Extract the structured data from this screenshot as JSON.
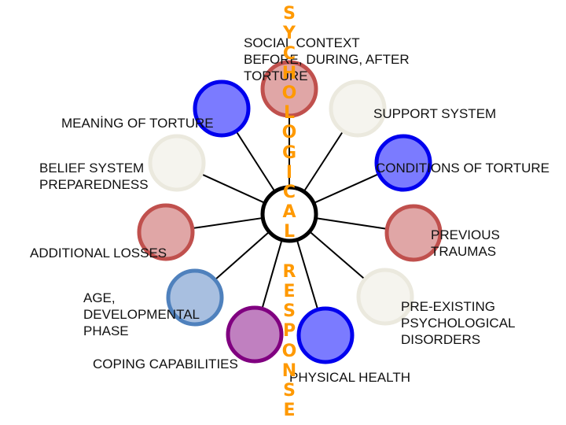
{
  "title_vertical": "PSYCHOLOGICAL RESPONSE",
  "colors": {
    "accent_text": "#ff9900",
    "hub_stroke": "#000000",
    "blue_fill": "#7b7bff",
    "blue_stroke": "#0000ee",
    "red_fill": "#e0a6a6",
    "red_stroke": "#c0504d",
    "cream_fill": "#f5f4ee",
    "cream_stroke": "#ebe9de",
    "lightblue_fill": "#a8bfe0",
    "lightblue_stroke": "#4f81bd",
    "purple_fill": "#c080c0",
    "purple_stroke": "#800080"
  },
  "hub": {
    "name": "psychological-response-hub"
  },
  "nodes": [
    {
      "id": "social-context",
      "label": "SOCIAL CONTEXT\nBEFORE, DURING, AFTER\nTORTURE",
      "style": "red"
    },
    {
      "id": "support-system",
      "label": "SUPPORT SYSTEM",
      "style": "cream"
    },
    {
      "id": "conditions-of-torture",
      "label": "CONDITIONS OF TORTURE",
      "style": "blue"
    },
    {
      "id": "previous-traumas",
      "label": "PREVIOUS\nTRAUMAS",
      "style": "red"
    },
    {
      "id": "pre-existing-disorders",
      "label": "PRE-EXISTING\nPSYCHOLOGICAL\nDISORDERS",
      "style": "cream"
    },
    {
      "id": "physical-health",
      "label": "PHYSICAL HEALTH",
      "style": "blue"
    },
    {
      "id": "coping-capabilities",
      "label": "COPING CAPABILITIES",
      "style": "purple"
    },
    {
      "id": "age-developmental-phase",
      "label": "AGE,\nDEVELOPMENTAL\nPHASE",
      "style": "lightblue"
    },
    {
      "id": "additional-losses",
      "label": "ADDITIONAL LOSSES",
      "style": "red"
    },
    {
      "id": "belief-system",
      "label": "BELIEF SYSTEM\nPREPAREDNESS",
      "style": "cream"
    },
    {
      "id": "meaning-of-torture",
      "label": "MEANİNG OF TORTURE",
      "style": "blue"
    }
  ]
}
